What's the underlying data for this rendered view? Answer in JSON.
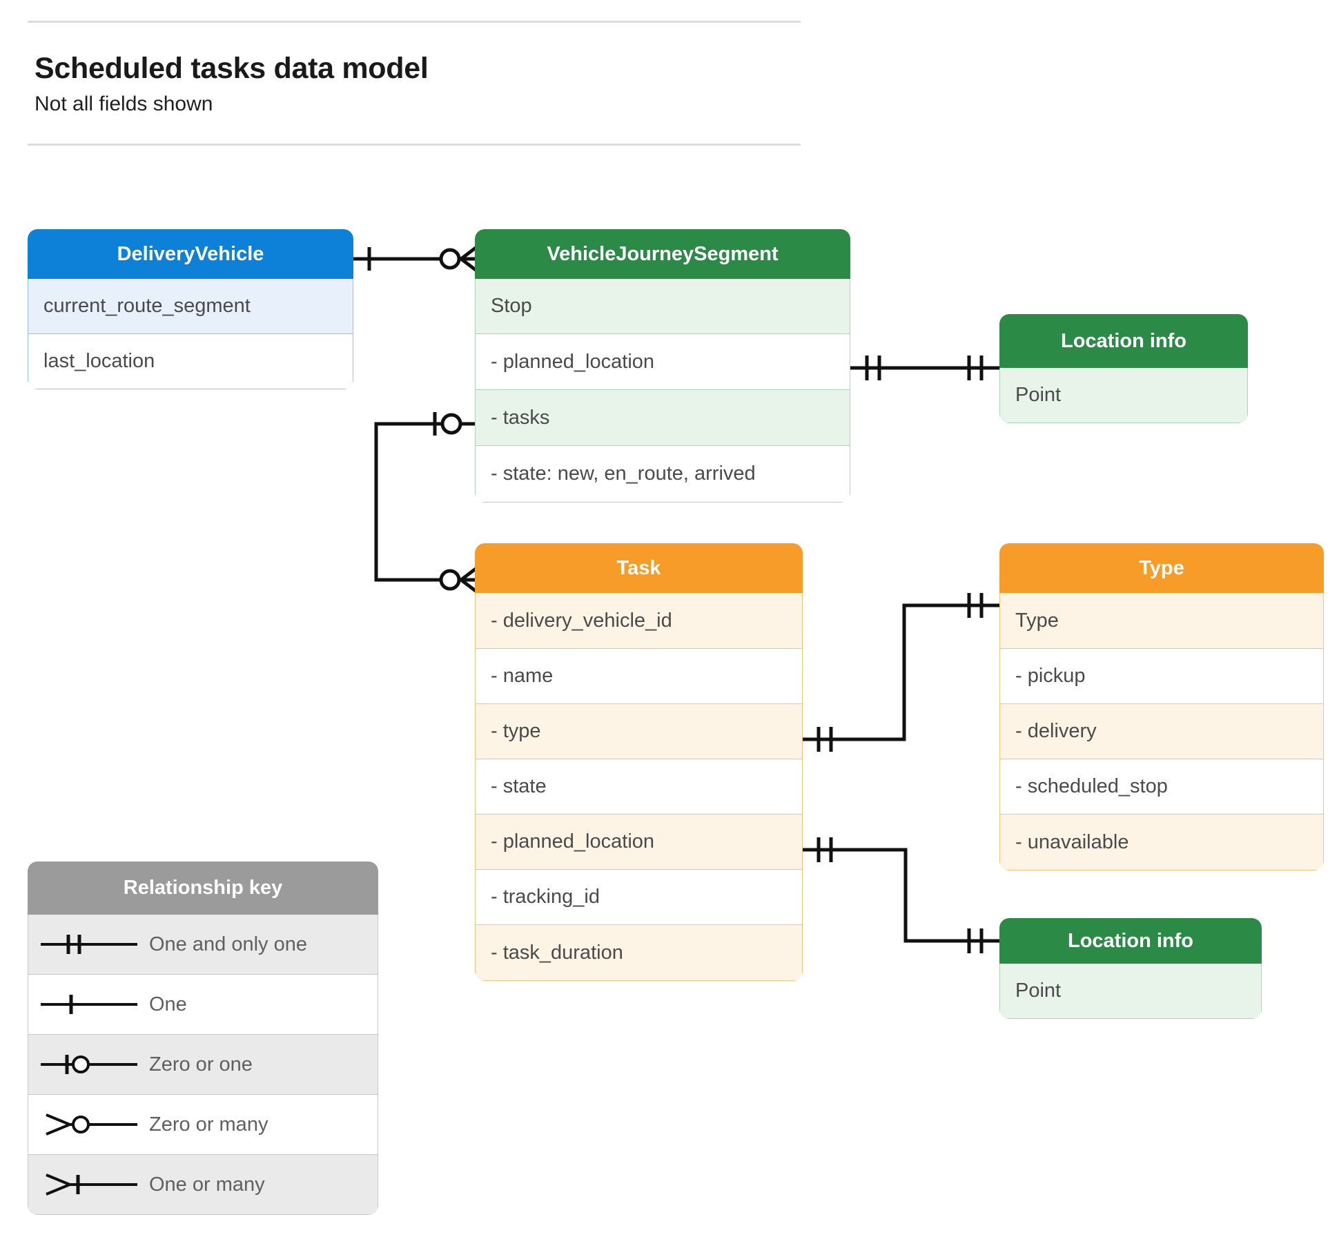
{
  "header": {
    "title": "Scheduled tasks data model",
    "subtitle": "Not all fields shown"
  },
  "colors": {
    "blue_header": "#0d80d8",
    "blue_row": "#e8f0fc",
    "green_header": "#2a8a46",
    "green_row": "#e8f3ea",
    "orange_header": "#f79c29",
    "orange_row": "#fdf4e6",
    "gray_header": "#9b9b9b",
    "gray_row": "#eaeaea",
    "connector": "#111111"
  },
  "entities": {
    "delivery_vehicle": {
      "title": "DeliveryVehicle",
      "rows": [
        {
          "label": "current_route_segment"
        },
        {
          "label": "last_location"
        }
      ]
    },
    "vehicle_journey_segment": {
      "title": "VehicleJourneySegment",
      "rows": [
        {
          "label": "Stop"
        },
        {
          "label": "-  planned_location"
        },
        {
          "label": "- tasks"
        },
        {
          "label": "- state: new, en_route, arrived"
        }
      ]
    },
    "location_info_top": {
      "title": "Location info",
      "rows": [
        {
          "label": "Point"
        }
      ]
    },
    "location_info_bottom": {
      "title": "Location info",
      "rows": [
        {
          "label": "Point"
        }
      ]
    },
    "task": {
      "title": "Task",
      "rows": [
        {
          "label": "- delivery_vehicle_id"
        },
        {
          "label": "- name"
        },
        {
          "label": "- type"
        },
        {
          "label": "- state"
        },
        {
          "label": "- planned_location"
        },
        {
          "label": "- tracking_id"
        },
        {
          "label": "- task_duration"
        }
      ]
    },
    "type": {
      "title": "Type",
      "rows": [
        {
          "label": "Type"
        },
        {
          "label": "-   pickup"
        },
        {
          "label": "-   delivery"
        },
        {
          "label": "-   scheduled_stop"
        },
        {
          "label": "-   unavailable"
        }
      ]
    }
  },
  "legend": {
    "title": "Relationship key",
    "items": [
      {
        "label": "One and only one",
        "symbol": "one-and-only-one-icon"
      },
      {
        "label": "One",
        "symbol": "one-icon"
      },
      {
        "label": "Zero or one",
        "symbol": "zero-or-one-icon"
      },
      {
        "label": "Zero or many",
        "symbol": "zero-or-many-icon"
      },
      {
        "label": "One or many",
        "symbol": "one-or-many-icon"
      }
    ]
  },
  "relationships": [
    {
      "from": "DeliveryVehicle",
      "from_cardinality": "One",
      "to": "VehicleJourneySegment",
      "to_cardinality": "Zero or many"
    },
    {
      "from": "VehicleJourneySegment.- tasks",
      "from_cardinality": "Zero or one",
      "to": "Task",
      "to_cardinality": "Zero or many"
    },
    {
      "from": "VehicleJourneySegment.-  planned_location",
      "from_cardinality": "One and only one",
      "to": "Location info",
      "to_cardinality": "One and only one"
    },
    {
      "from": "Task.- type",
      "from_cardinality": "One and only one",
      "to": "Type",
      "to_cardinality": "One and only one"
    },
    {
      "from": "Task.- planned_location",
      "from_cardinality": "One and only one",
      "to": "Location info",
      "to_cardinality": "One and only one"
    }
  ]
}
